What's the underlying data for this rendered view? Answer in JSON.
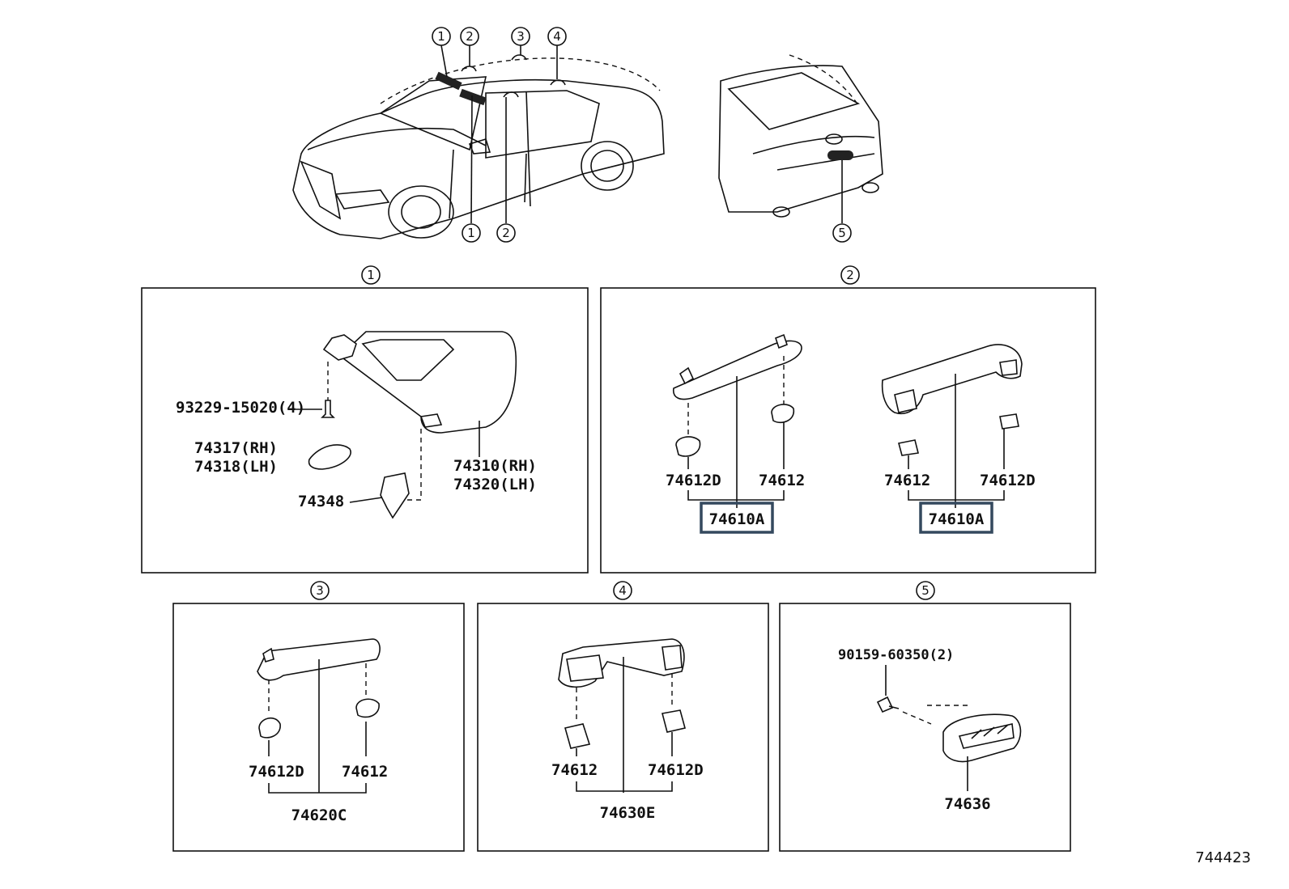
{
  "diagram": {
    "figure_number": "744423",
    "overview_callouts": [
      "1",
      "2",
      "3",
      "4",
      "1",
      "2",
      "5"
    ],
    "sections": [
      {
        "id": "1",
        "parts": {
          "screw": "93229-15020(4)",
          "cover_rh": "74317(RH)",
          "cover_lh": "74318(LH)",
          "visor_rh": "74310(RH)",
          "visor_lh": "74320(LH)",
          "holder": "74348"
        }
      },
      {
        "id": "2",
        "parts": {
          "left_clip_a": "74612D",
          "left_clip_b": "74612",
          "left_assy": "74610A",
          "right_clip_a": "74612",
          "right_clip_b": "74612D",
          "right_assy": "74610A"
        }
      },
      {
        "id": "3",
        "parts": {
          "clip_a": "74612D",
          "clip_b": "74612",
          "assy": "74620C"
        }
      },
      {
        "id": "4",
        "parts": {
          "clip_a": "74612",
          "clip_b": "74612D",
          "assy": "74630E"
        }
      },
      {
        "id": "5",
        "parts": {
          "screw": "90159-60350(2)",
          "assy": "74636"
        }
      }
    ]
  }
}
